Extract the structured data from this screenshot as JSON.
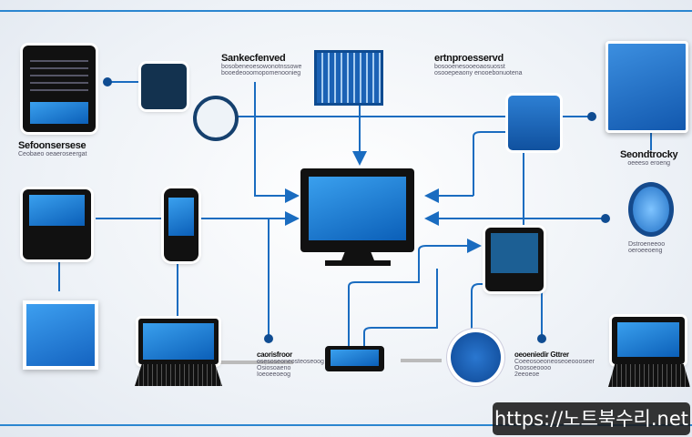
{
  "labels": {
    "top_center": {
      "title": "Sankecfenved",
      "sub1": "bosobeneoesowonotnssowe",
      "sub2": "booedeooomopomenoonieg"
    },
    "top_right": {
      "title": "ertnproesservd",
      "sub1": "bosooenesooeoaosuosst",
      "sub2": "osooepeaony enooebonuotena"
    },
    "left_top": {
      "title": "Sefoonsersese",
      "sub": "Ceobaeo oeaeroseergat"
    },
    "right_top": {
      "title": "Seondtrocky",
      "sub": "oeeeso eroeng"
    },
    "right_mid": {
      "title": "Dstroeneeoo",
      "sub": "oeroeeoeng"
    },
    "bottom_center": {
      "title": "caorisfroor",
      "sub1": "osesoseoneosteoseoog",
      "sub2": "Osiosoaeno",
      "sub3": "Ioeoeeoeog"
    },
    "bottom_right": {
      "title": "oeoeniedir Gttrer",
      "sub1": "Coeeosoeoneoseoeoooseer",
      "sub2": "Ooosoeoooo",
      "sub3": "2eeoeoe"
    }
  },
  "watermark": "https://노트북수리.net",
  "colors": {
    "accent": "#1f6fc5",
    "dark": "#111111",
    "line": "#1a6cc0"
  }
}
